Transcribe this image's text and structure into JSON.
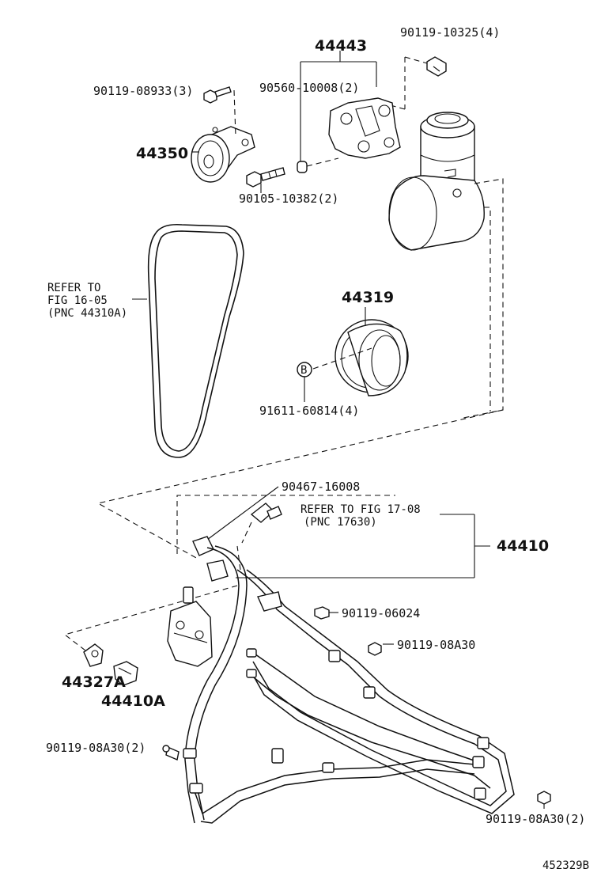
{
  "labels": {
    "p44443": "44443",
    "p90119_10325": "90119-10325(4)",
    "p90119_08933": "90119-08933(3)",
    "p90560_10008": "90560-10008(2)",
    "p44350": "44350",
    "p90105_10382": "90105-10382(2)",
    "refer_16_05_line1": "REFER TO",
    "refer_16_05_line2": "FIG 16-05",
    "refer_16_05_line3": "(PNC 44310A)",
    "p44319": "44319",
    "marker_b": "B",
    "p91611_60814": "91611-60814(4)",
    "p90467_16008": "90467-16008",
    "refer_17_08_line1": "REFER TO FIG 17-08",
    "refer_17_08_line2": "(PNC 17630)",
    "p44410": "44410",
    "p90119_06024": "90119-06024",
    "p90119_08a30": "90119-08A30",
    "p44327a": "44327A",
    "p44410a": "44410A",
    "p90119_08a30_2_left": "90119-08A30(2)",
    "p90119_08a30_2_right": "90119-08A30(2)",
    "diagram_id": "452329B"
  }
}
